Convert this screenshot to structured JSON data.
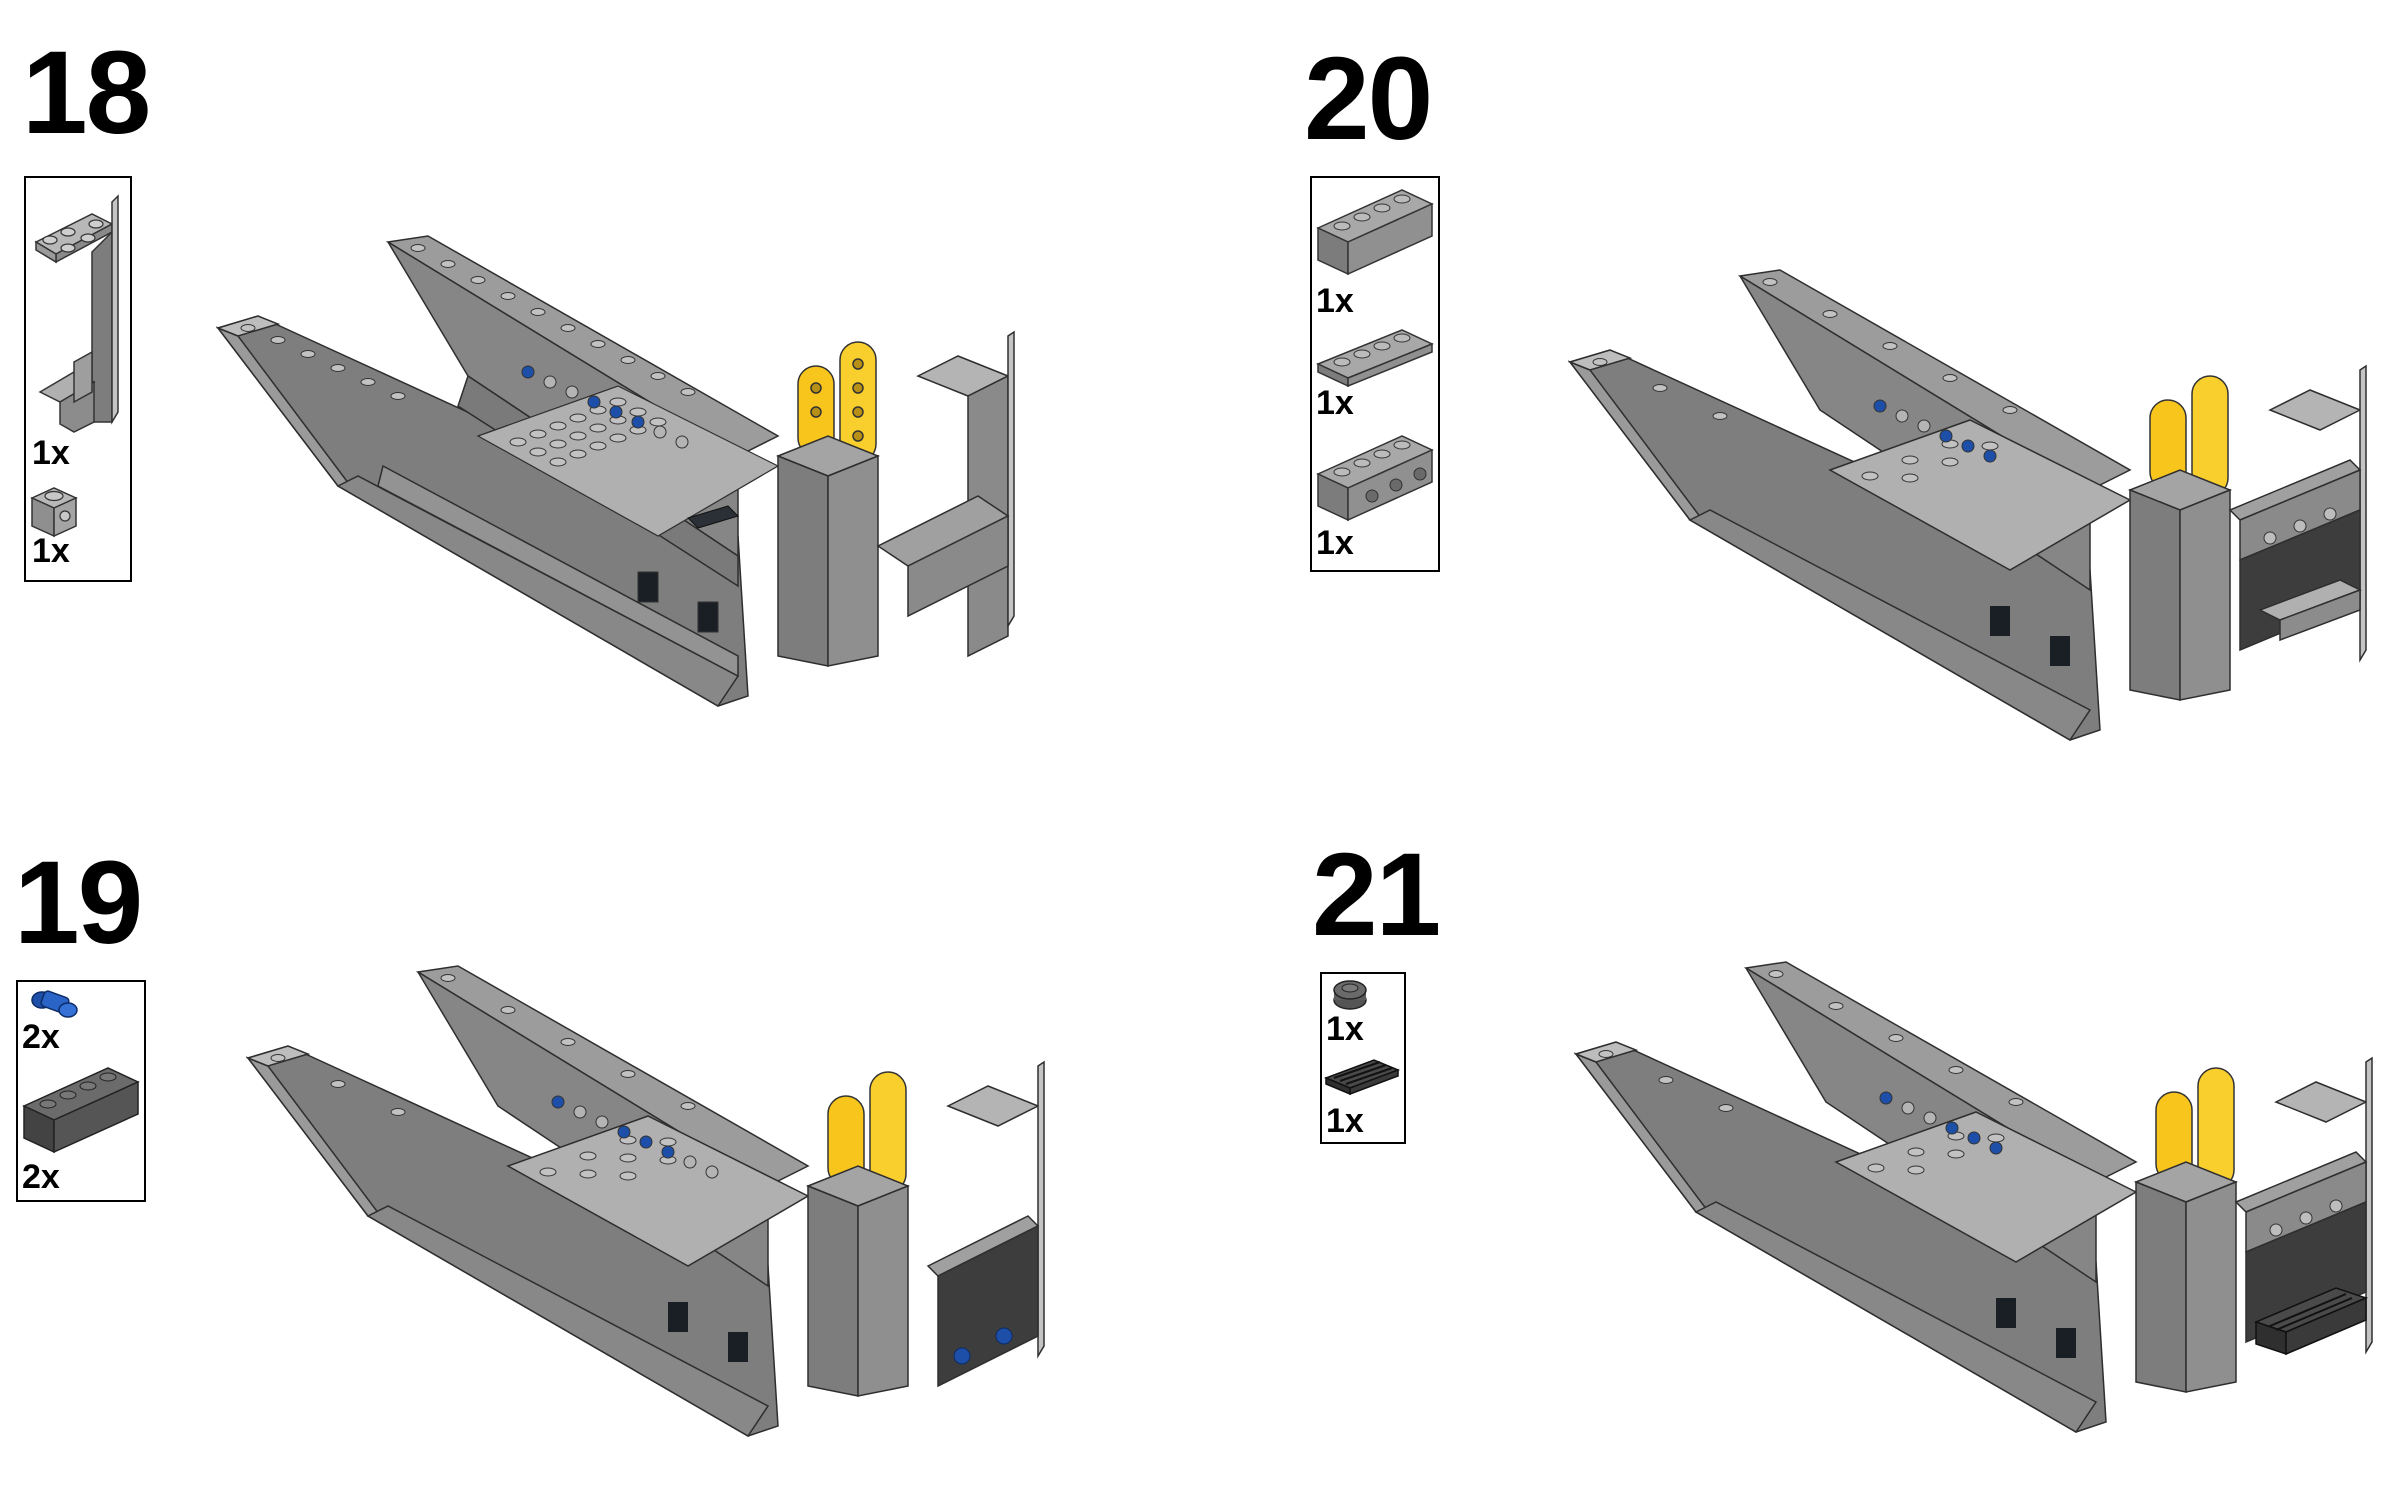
{
  "colors": {
    "light_gray": "#a8a8a8",
    "mid_gray": "#8c8c8c",
    "dark_gray": "#595959",
    "yellow": "#f7c51c",
    "blue": "#1e4fa8",
    "black": "#1a1f26"
  },
  "steps": [
    {
      "number": "18",
      "parts": [
        {
          "icon": "bracket-plate-piece-icon",
          "qty": "1x"
        },
        {
          "icon": "brick-1x1-with-stud-on-side-icon",
          "qty": "1x"
        }
      ]
    },
    {
      "number": "19",
      "parts": [
        {
          "icon": "blue-technic-pin-icon",
          "qty": "2x"
        },
        {
          "icon": "dark-gray-brick-1x4-icon",
          "qty": "2x"
        }
      ]
    },
    {
      "number": "20",
      "parts": [
        {
          "icon": "brick-1x4-icon",
          "qty": "1x"
        },
        {
          "icon": "plate-1x4-icon",
          "qty": "1x"
        },
        {
          "icon": "technic-brick-1x4-icon",
          "qty": "1x"
        }
      ]
    },
    {
      "number": "21",
      "parts": [
        {
          "icon": "round-plate-1x1-icon",
          "qty": "1x"
        },
        {
          "icon": "grille-tile-1x2-icon",
          "qty": "1x"
        }
      ]
    }
  ]
}
